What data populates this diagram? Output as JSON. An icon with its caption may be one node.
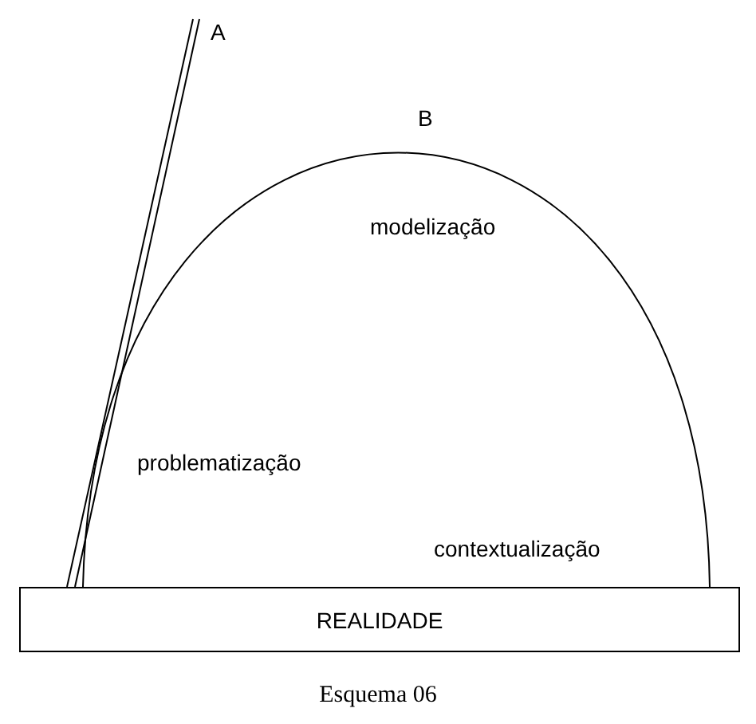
{
  "diagram": {
    "caption": "Esquema 06",
    "nodes": [
      {
        "text": [
          "REALIDADE"
        ]
      }
    ],
    "labels": [
      "A",
      "B",
      "modelização",
      "problematização",
      "contextualização"
    ]
  }
}
